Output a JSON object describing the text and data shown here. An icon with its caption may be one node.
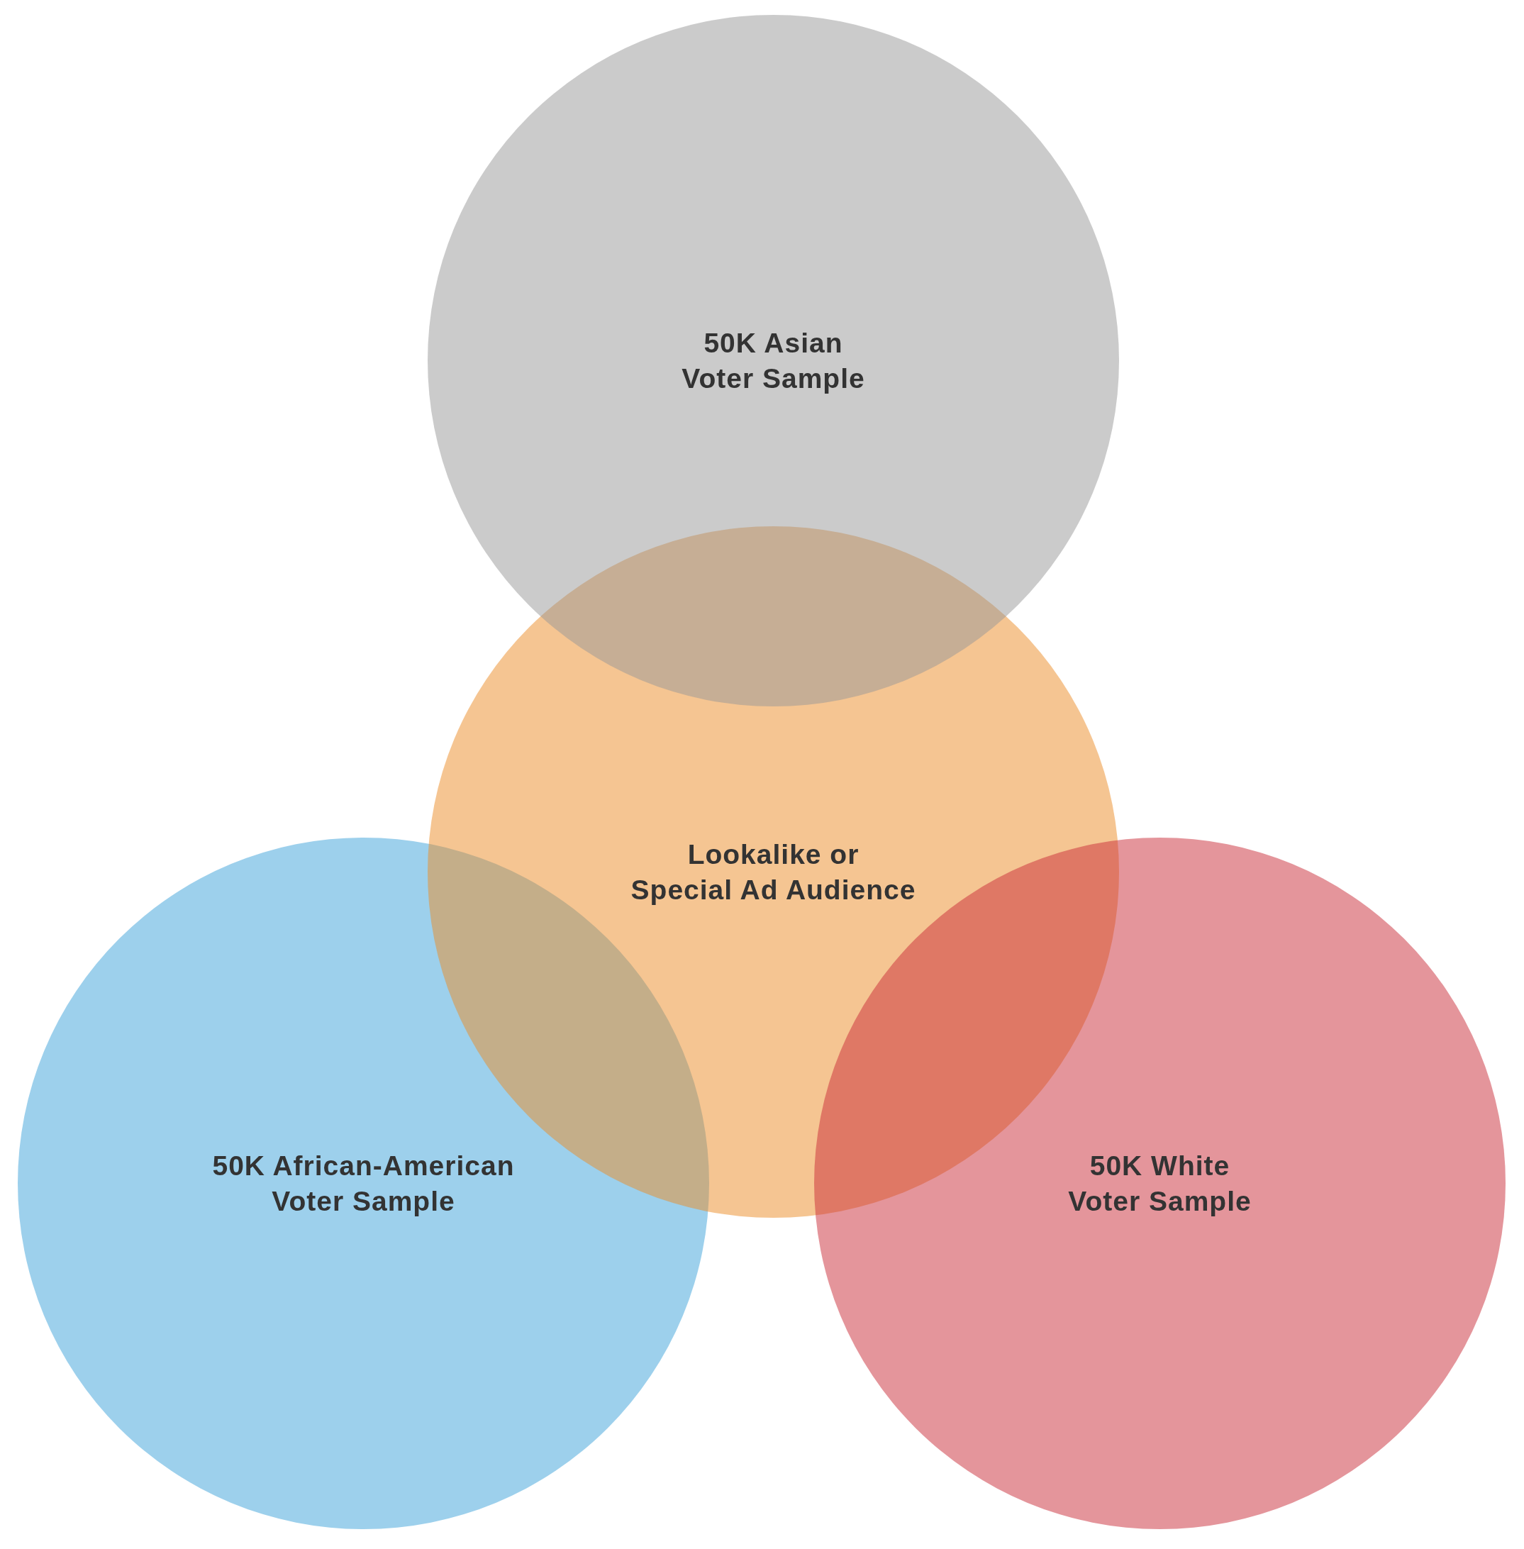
{
  "diagram": {
    "nodes": [
      {
        "text": [
          "50K Asian Voter Sample"
        ]
      },
      {
        "text": [
          "Lookalike or Special Ad Audience"
        ]
      },
      {
        "text": [
          "50K African-American Voter Sample"
        ]
      },
      {
        "text": [
          "50K White Voter Sample"
        ]
      }
    ]
  }
}
